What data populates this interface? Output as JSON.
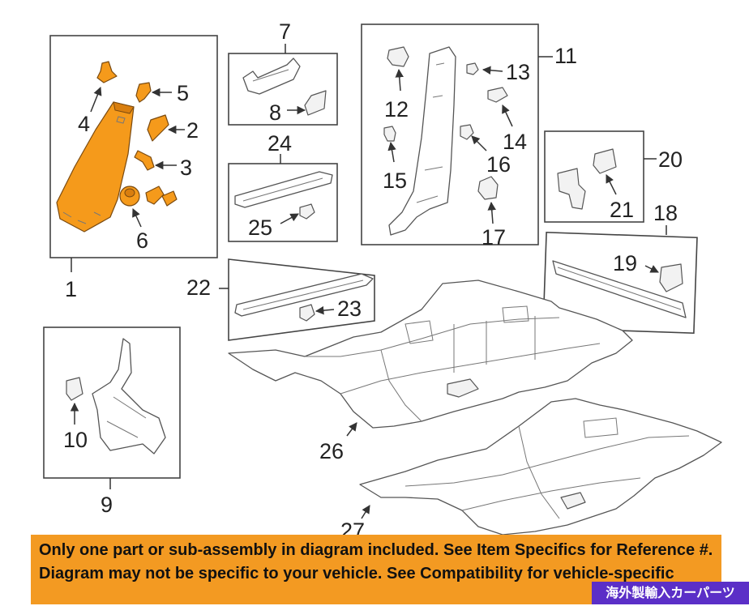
{
  "callouts": {
    "c1": "1",
    "c2": "2",
    "c3": "3",
    "c4": "4",
    "c5": "5",
    "c6": "6",
    "c7": "7",
    "c8": "8",
    "c9": "9",
    "c10": "10",
    "c11": "11",
    "c12": "12",
    "c13": "13",
    "c14": "14",
    "c15": "15",
    "c16": "16",
    "c17": "17",
    "c18": "18",
    "c19": "19",
    "c20": "20",
    "c21": "21",
    "c22": "22",
    "c23": "23",
    "c24": "24",
    "c25": "25",
    "c26": "26",
    "c27": "27"
  },
  "banner": {
    "line1": "Only one part or sub-assembly in diagram included. See Item Specifics for Reference #.",
    "line2": "Diagram may not be specific to your vehicle. See Compatibility for vehicle-specific"
  },
  "watermark": "海外製輸入カーパーツ",
  "colors": {
    "highlight": "#f59a1b",
    "banner": "#f39a22",
    "tag": "#5b2fc7"
  }
}
